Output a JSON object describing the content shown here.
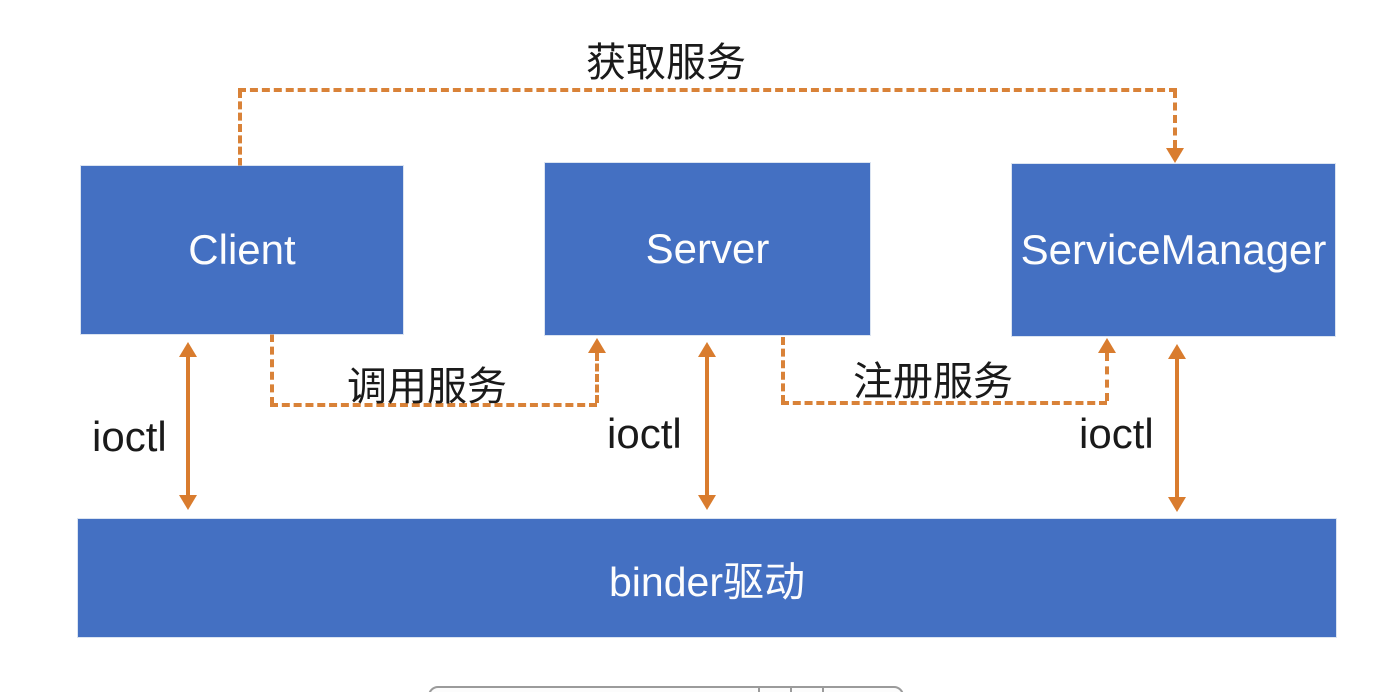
{
  "diagram": {
    "title_context": "Android Binder IPC architecture",
    "nodes": {
      "client": {
        "label": "Client"
      },
      "server": {
        "label": "Server"
      },
      "service_manager": {
        "label": "ServiceManager"
      },
      "binder_driver": {
        "label": "binder驱动"
      }
    },
    "edges": {
      "get_service": {
        "label": "获取服务",
        "from": "client",
        "to": "service_manager",
        "style": "dashed"
      },
      "call_service": {
        "label": "调用服务",
        "from": "client",
        "to": "server",
        "style": "dashed"
      },
      "register_service": {
        "label": "注册服务",
        "from": "server",
        "to": "service_manager",
        "style": "dashed"
      },
      "ioctl_client": {
        "label": "ioctl",
        "from": "client",
        "to": "binder_driver",
        "style": "solid-double"
      },
      "ioctl_server": {
        "label": "ioctl",
        "from": "server",
        "to": "binder_driver",
        "style": "solid-double"
      },
      "ioctl_service_manager": {
        "label": "ioctl",
        "from": "service_manager",
        "to": "binder_driver",
        "style": "solid-double"
      }
    },
    "colors": {
      "node_fill": "#4470c2",
      "node_text": "#fdfdfd",
      "arrow_orange": "#d97c2e",
      "label_text": "#1a1a1a",
      "background": "#ffffff"
    }
  }
}
